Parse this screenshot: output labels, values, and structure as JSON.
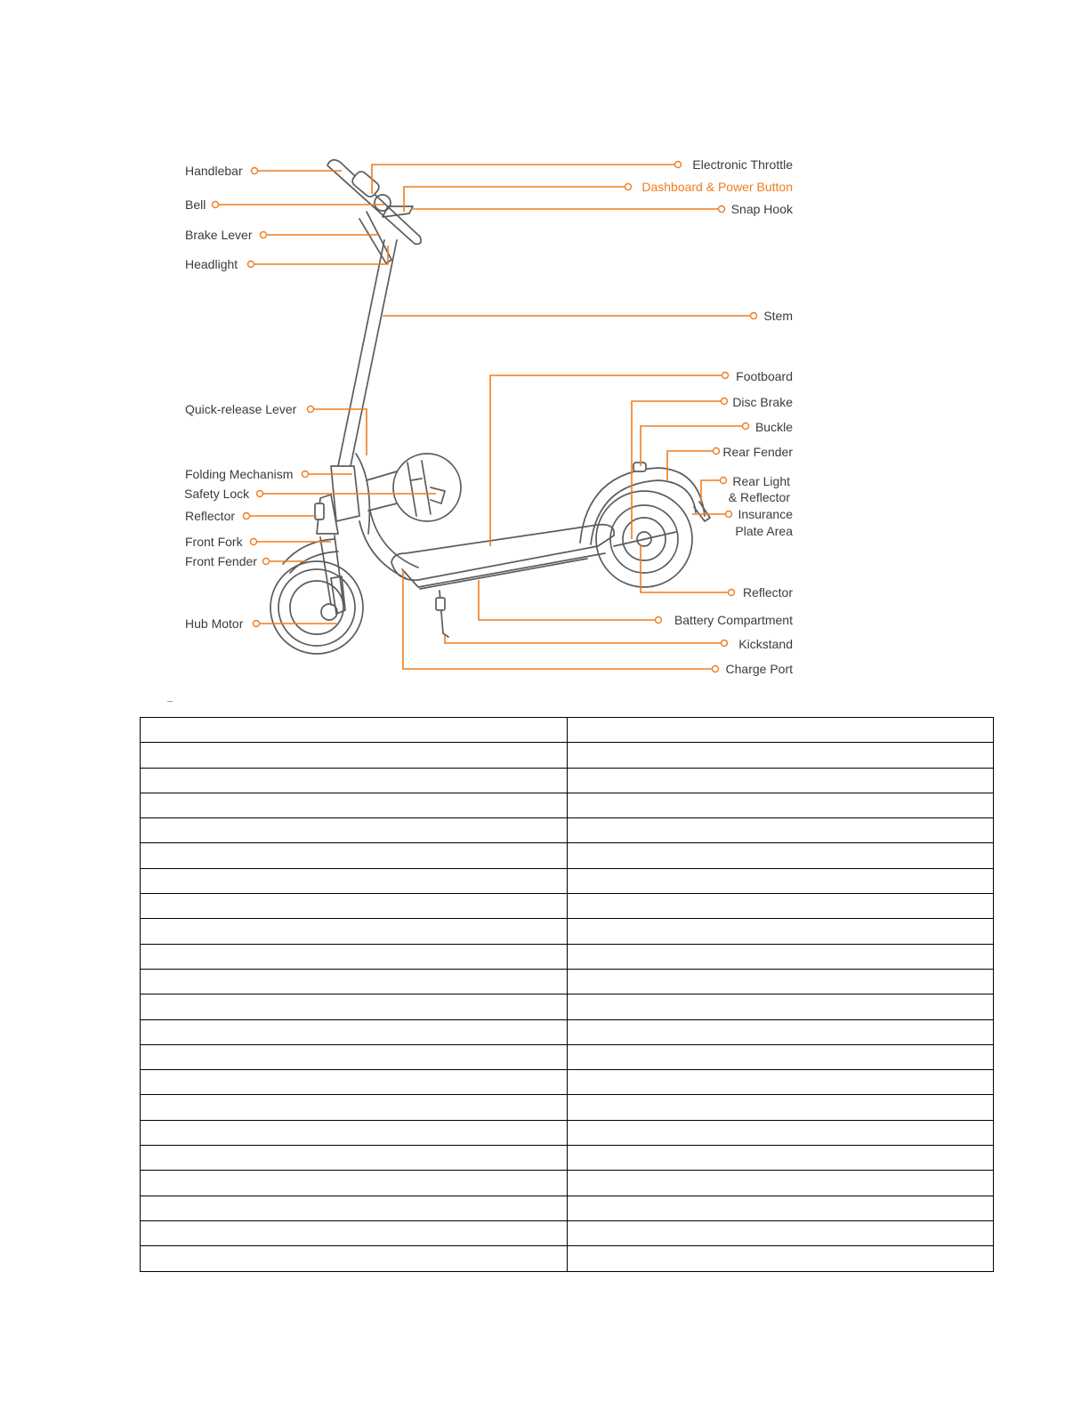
{
  "labels": {
    "handlebar": "Handlebar",
    "bell": "Bell",
    "brake_lever": "Brake Lever",
    "headlight": "Headlight",
    "quick_release_lever": "Quick-release Lever",
    "folding_mechanism": "Folding Mechanism",
    "safety_lock": "Safety Lock",
    "reflector_front": "Reflector",
    "front_fork": "Front Fork",
    "front_fender": "Front Fender",
    "hub_motor": "Hub Motor",
    "electronic_throttle": "Electronic Throttle",
    "dashboard_power_button": "Dashboard & Power Button",
    "snap_hook": "Snap Hook",
    "stem": "Stem",
    "footboard": "Footboard",
    "disc_brake": "Disc Brake",
    "buckle": "Buckle",
    "rear_fender": "Rear Fender",
    "rear_light_line1": "Rear Light",
    "rear_light_line2": "& Reflector",
    "insurance_line1": "Insurance",
    "insurance_line2": "Plate Area",
    "reflector_rear": "Reflector",
    "battery_compartment": "Battery Compartment",
    "kickstand": "Kickstand",
    "charge_port": "Charge Port"
  },
  "colors": {
    "accent": "#f07c1e",
    "label_text": "#3b3b3b",
    "line_art": "#5c5c5c"
  },
  "table": {
    "rows": 22,
    "columns": 2
  }
}
